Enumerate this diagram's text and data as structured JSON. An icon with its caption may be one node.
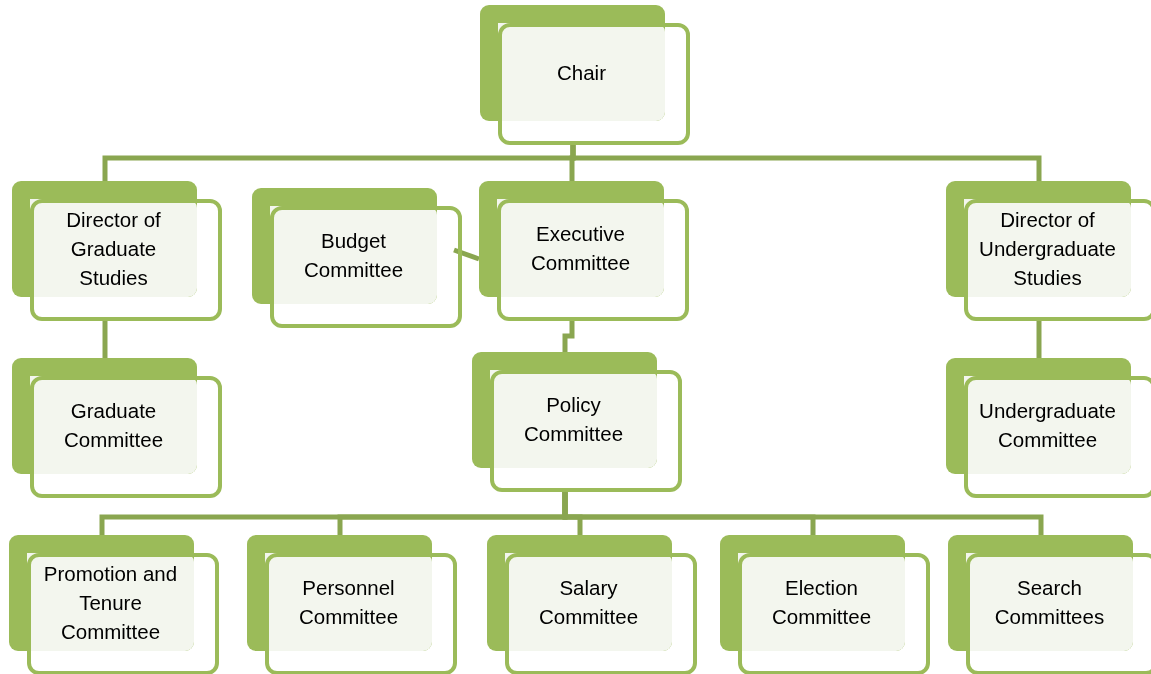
{
  "diagram": {
    "nodes": [
      {
        "text": [
          "Chair"
        ]
      },
      {
        "text": [
          "Director of Graduate Studies"
        ]
      },
      {
        "text": [
          "Budget Committee"
        ]
      },
      {
        "text": [
          "Executive Committee"
        ]
      },
      {
        "text": [
          "Director of Undergraduate Studies"
        ]
      },
      {
        "text": [
          "Graduate Committee"
        ]
      },
      {
        "text": [
          "Policy Committee"
        ]
      },
      {
        "text": [
          "Undergraduate Committee"
        ]
      },
      {
        "text": [
          "Promotion and Tenure Committee"
        ]
      },
      {
        "text": [
          "Personnel Committee"
        ]
      },
      {
        "text": [
          "Salary Committee"
        ]
      },
      {
        "text": [
          "Election Committee"
        ]
      },
      {
        "text": [
          "Search Committees"
        ]
      }
    ],
    "edges": [
      {
        "from": 0,
        "to": 1,
        "arrow": "none"
      },
      {
        "from": 0,
        "to": 3,
        "arrow": "none"
      },
      {
        "from": 0,
        "to": 4,
        "arrow": "none"
      },
      {
        "from": 3,
        "to": 2,
        "arrow": "none"
      },
      {
        "from": 1,
        "to": 5,
        "arrow": "none"
      },
      {
        "from": 3,
        "to": 6,
        "arrow": "none"
      },
      {
        "from": 4,
        "to": 7,
        "arrow": "none"
      },
      {
        "from": 6,
        "to": 8,
        "arrow": "none"
      },
      {
        "from": 6,
        "to": 9,
        "arrow": "none"
      },
      {
        "from": 6,
        "to": 10,
        "arrow": "none"
      },
      {
        "from": 6,
        "to": 11,
        "arrow": "none"
      },
      {
        "from": 6,
        "to": 12,
        "arrow": "none"
      }
    ]
  }
}
